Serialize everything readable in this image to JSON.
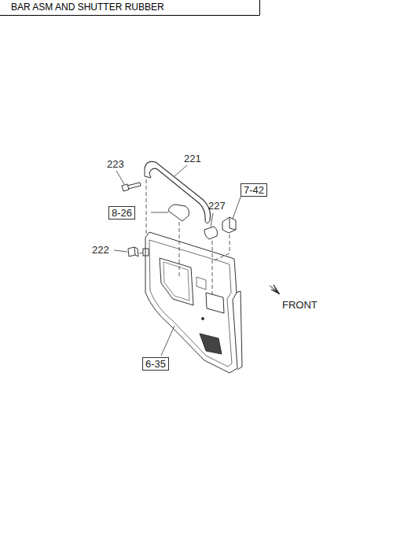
{
  "diagram": {
    "title": "BAR ASM AND SHUTTER RUBBER",
    "nodes": [
      {
        "text": [
          "7-42"
        ]
      },
      {
        "text": [
          "8-26"
        ]
      },
      {
        "text": [
          "6-35"
        ]
      }
    ],
    "labels": [
      "223",
      "221",
      "227",
      "222",
      "FRONT"
    ]
  }
}
